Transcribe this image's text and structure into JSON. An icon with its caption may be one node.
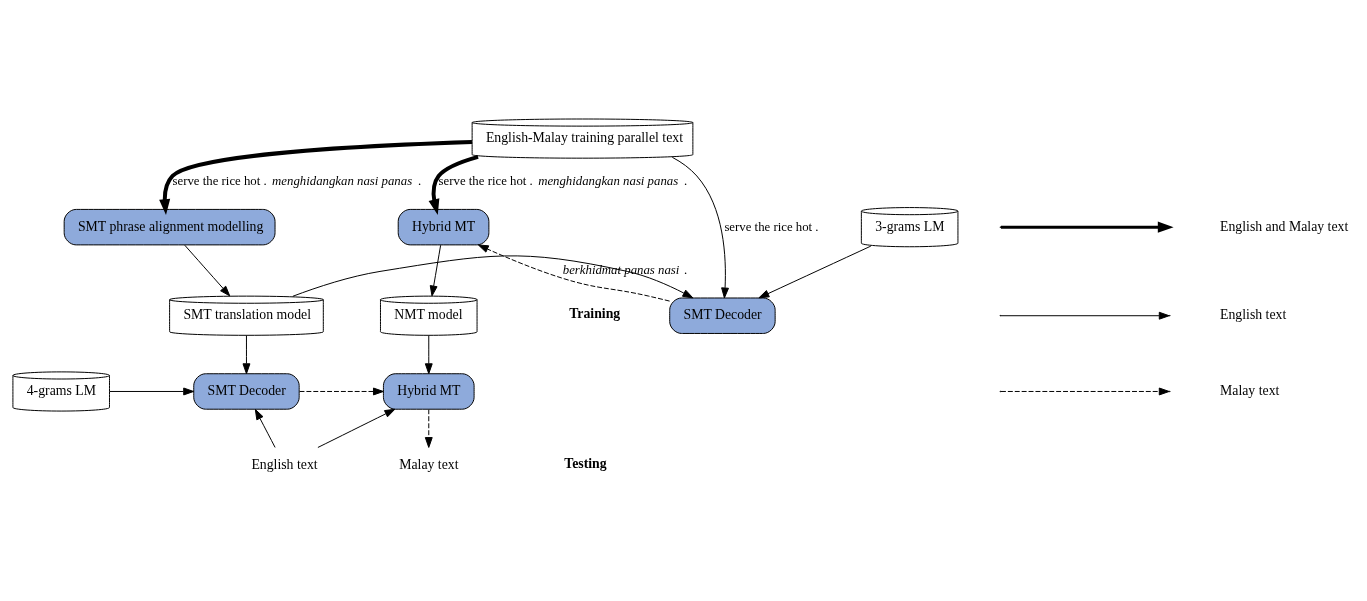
{
  "diagram": {
    "nodes": [
      {
        "text": [
          "English-Malay training parallel text"
        ]
      },
      {
        "text": [
          "SMT phrase alignment modelling"
        ]
      },
      {
        "text": [
          "3-grams LM"
        ]
      },
      {
        "text": [
          "Hybrid MT"
        ]
      },
      {
        "text": [
          "SMT translation model"
        ]
      },
      {
        "text": [
          "SMT Decoder"
        ]
      },
      {
        "text": [
          "NMT model"
        ]
      },
      {
        "text": [
          "4-grams LM"
        ]
      },
      {
        "text": [
          "SMT Decoder"
        ]
      },
      {
        "text": [
          "Hybrid MT"
        ]
      },
      {
        "text": [
          "English text"
        ]
      },
      {
        "text": [
          "Malay text"
        ]
      }
    ],
    "edges": [
      {
        "from": 0,
        "to": 1,
        "arrow": "to",
        "style": "thick",
        "label": "serve the rice hot . *menghidangkan nasi panas* ."
      },
      {
        "from": 0,
        "to": 3,
        "arrow": "to",
        "style": "thick",
        "label": "serve the rice hot . *menghidangkan nasi panas* ."
      },
      {
        "from": 0,
        "to": 5,
        "arrow": "to",
        "label": "serve the rice hot ."
      },
      {
        "from": 2,
        "to": 5,
        "arrow": "to"
      },
      {
        "from": 5,
        "to": 3,
        "arrow": "to",
        "style": "dashed",
        "label": "*berkhidmat panas nasi* ."
      },
      {
        "from": 1,
        "to": 4,
        "arrow": "to"
      },
      {
        "from": 4,
        "to": 5,
        "arrow": "to"
      },
      {
        "from": 3,
        "to": 6,
        "arrow": "to"
      },
      {
        "from": 4,
        "to": 8,
        "arrow": "to"
      },
      {
        "from": 6,
        "to": 9,
        "arrow": "to"
      },
      {
        "from": 7,
        "to": 8,
        "arrow": "to"
      },
      {
        "from": 10,
        "to": 8,
        "arrow": "to"
      },
      {
        "from": 10,
        "to": 9,
        "arrow": "to"
      },
      {
        "from": 8,
        "to": 9,
        "arrow": "to",
        "style": "dashed"
      },
      {
        "from": 9,
        "to": 11,
        "arrow": "to",
        "style": "dashed"
      }
    ],
    "labels": [
      "Training",
      "Testing"
    ],
    "legend": [
      {
        "text": "English and Malay text"
      },
      {
        "text": "English text"
      },
      {
        "text": "Malay text"
      }
    ]
  }
}
